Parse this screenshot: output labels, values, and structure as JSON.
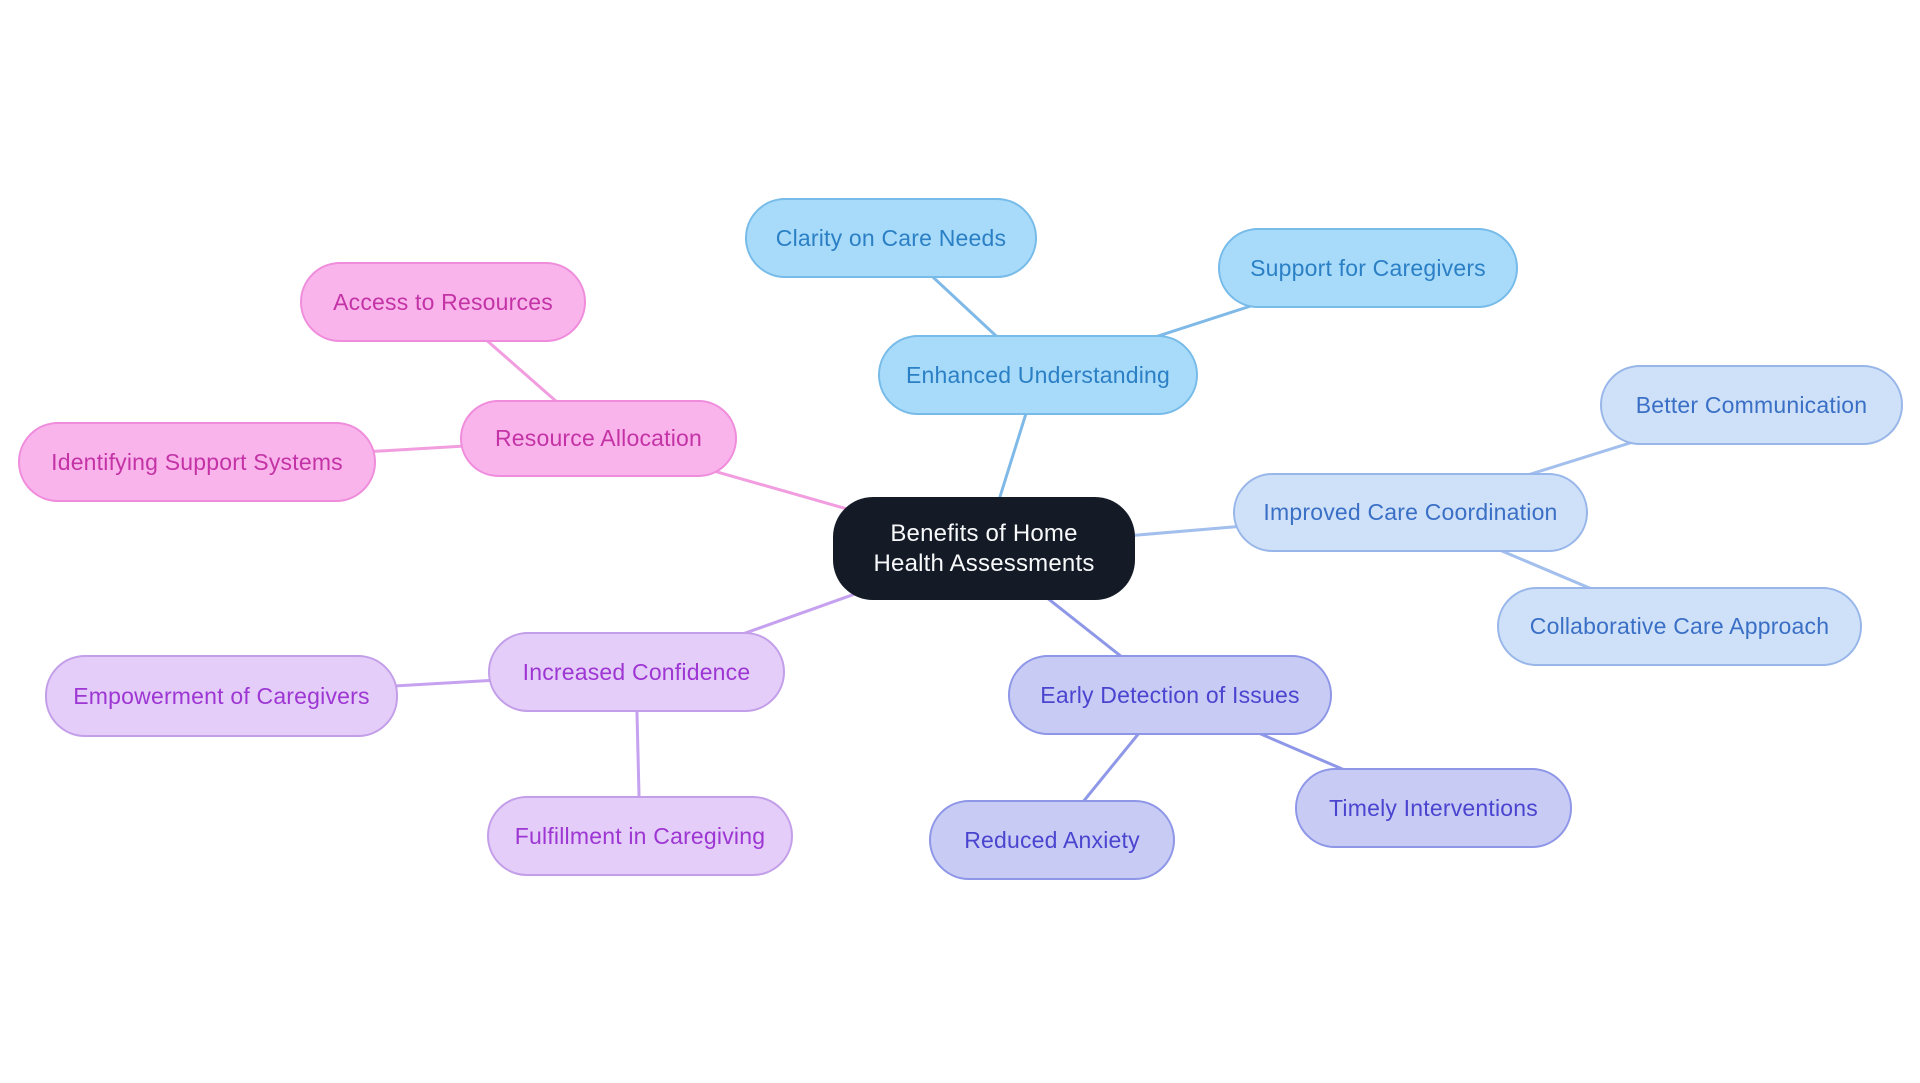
{
  "diagram": {
    "type": "mindmap",
    "background": "#ffffff",
    "center": {
      "id": "central",
      "label": "Benefits of Home Health Assessments",
      "fill": "#151b26",
      "text_color": "#f7f9fb"
    },
    "branches": [
      {
        "id": "enhanced-understanding",
        "label": "Enhanced Understanding",
        "fill": "#a8dafa",
        "border": "#77bbe9",
        "text_color": "#2b80c5",
        "line_color": "#7fb9e7",
        "children": [
          {
            "id": "clarity-on-care-needs",
            "label": "Clarity on Care Needs"
          },
          {
            "id": "support-for-caregivers",
            "label": "Support for Caregivers"
          }
        ]
      },
      {
        "id": "improved-care-coordination",
        "label": "Improved Care Coordination",
        "fill": "#cfe1f8",
        "border": "#98b6e9",
        "text_color": "#3a6fc6",
        "line_color": "#a2bfed",
        "children": [
          {
            "id": "better-communication",
            "label": "Better Communication"
          },
          {
            "id": "collaborative-care-approach",
            "label": "Collaborative Care Approach"
          }
        ]
      },
      {
        "id": "early-detection-of-issues",
        "label": "Early Detection of Issues",
        "fill": "#c8ccf5",
        "border": "#8e96e7",
        "text_color": "#4a44cf",
        "line_color": "#8f98e8",
        "children": [
          {
            "id": "reduced-anxiety",
            "label": "Reduced Anxiety"
          },
          {
            "id": "timely-interventions",
            "label": "Timely Interventions"
          }
        ]
      },
      {
        "id": "increased-confidence",
        "label": "Increased Confidence",
        "fill": "#e4cdf8",
        "border": "#c39ee9",
        "text_color": "#9d36d3",
        "line_color": "#c5a1ef",
        "children": [
          {
            "id": "empowerment-of-caregivers",
            "label": "Empowerment of Caregivers"
          },
          {
            "id": "fulfillment-in-caregiving",
            "label": "Fulfillment in Caregiving"
          }
        ]
      },
      {
        "id": "resource-allocation",
        "label": "Resource Allocation",
        "fill": "#f9b4ec",
        "border": "#ef8cdc",
        "text_color": "#c433a5",
        "line_color": "#f19ddf",
        "children": [
          {
            "id": "access-to-resources",
            "label": "Access to Resources"
          },
          {
            "id": "identifying-support-systems",
            "label": "Identifying Support Systems"
          }
        ]
      }
    ]
  }
}
